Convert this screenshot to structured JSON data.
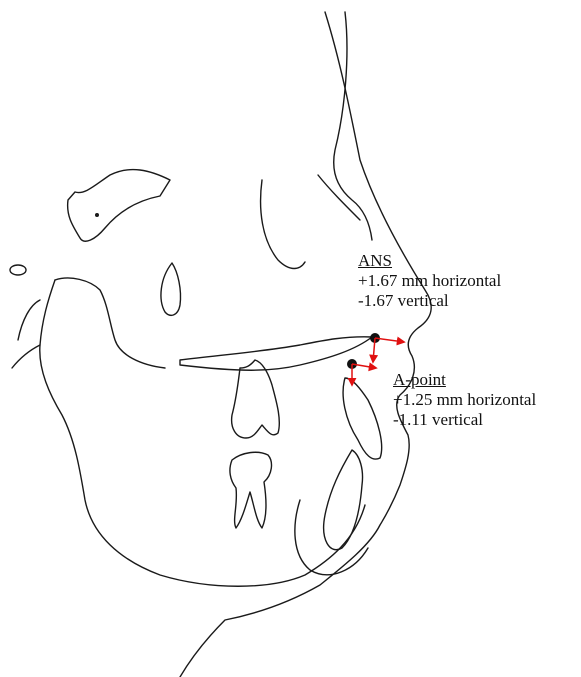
{
  "landmarks": [
    {
      "name": "ANS",
      "horizontal": "+1.67 mm horizontal",
      "vertical": "-1.67 vertical"
    },
    {
      "name": "A-point",
      "horizontal": "+1.25 mm horizontal",
      "vertical": "-1.11 vertical"
    }
  ],
  "colors": {
    "outline": "#1a1a1a",
    "landmark_point": "#111111",
    "displacement_arrow": "#e01010"
  }
}
